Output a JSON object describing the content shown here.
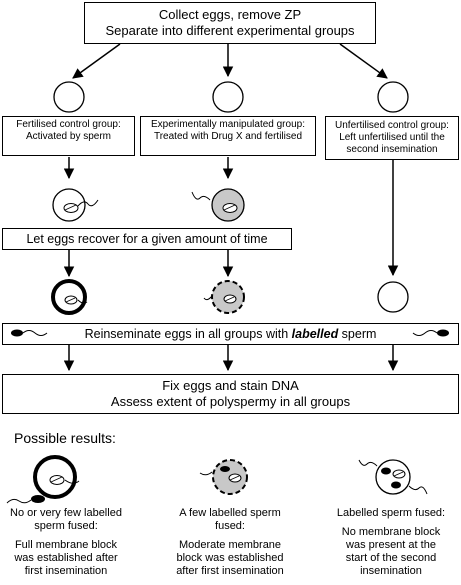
{
  "top_box": {
    "line1": "Collect eggs, remove ZP",
    "line2": "Separate into different experimental groups"
  },
  "groups": [
    {
      "line1": "Fertilised control group:",
      "line2": "Activated by sperm"
    },
    {
      "line1": "Experimentally manipulated group:",
      "line2": "Treated with Drug X and fertilised"
    },
    {
      "line1": "Unfertilised control group:",
      "line2": "Left unfertilised until the",
      "line3": "second insemination"
    }
  ],
  "recover_box": "Let eggs recover for a given amount of time",
  "reinseminate": {
    "before": "Reinseminate eggs in all groups with ",
    "emphasis": "labelled",
    "after": " sperm"
  },
  "fix_box": {
    "line1": "Fix eggs and stain DNA",
    "line2": "Assess extent of polyspermy in all groups"
  },
  "results_title": "Possible results:",
  "results": [
    {
      "lines_a": [
        "No or very few labelled",
        "sperm fused:"
      ],
      "lines_b": [
        "Full membrane block",
        "was established after",
        "first insemination"
      ]
    },
    {
      "lines_a": [
        "A few labelled sperm",
        "fused:"
      ],
      "lines_b": [
        "Moderate membrane",
        "block was established",
        "after first insemination"
      ]
    },
    {
      "lines_a": [
        "Labelled sperm fused:"
      ],
      "lines_b": [
        "No membrane block",
        "was present at the",
        "start of the second",
        "insemination"
      ]
    }
  ],
  "colors": {
    "treated_egg_fill": "#c8c8c8",
    "line": "#000000"
  }
}
